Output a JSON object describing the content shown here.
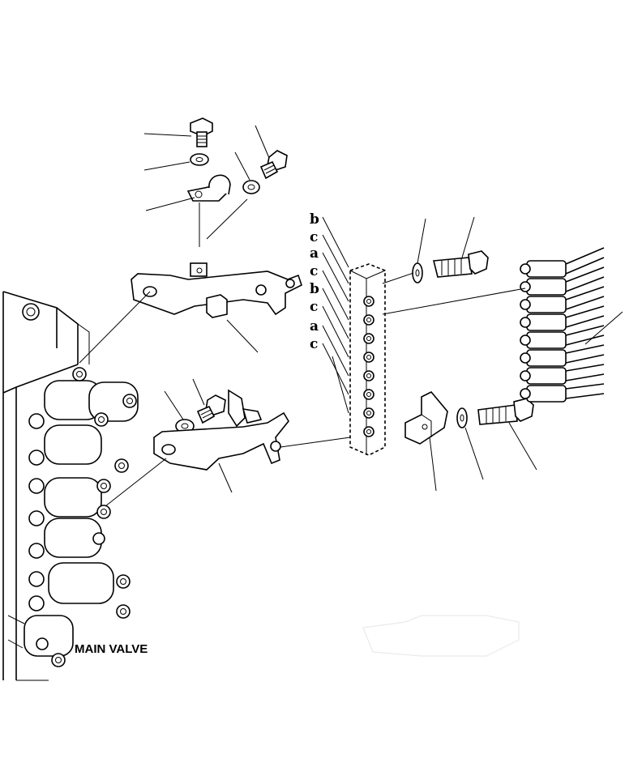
{
  "diagram": {
    "caption": "MAIN VALVE",
    "port_letters": [
      "b",
      "c",
      "a",
      "c",
      "b",
      "c",
      "a",
      "c"
    ]
  }
}
